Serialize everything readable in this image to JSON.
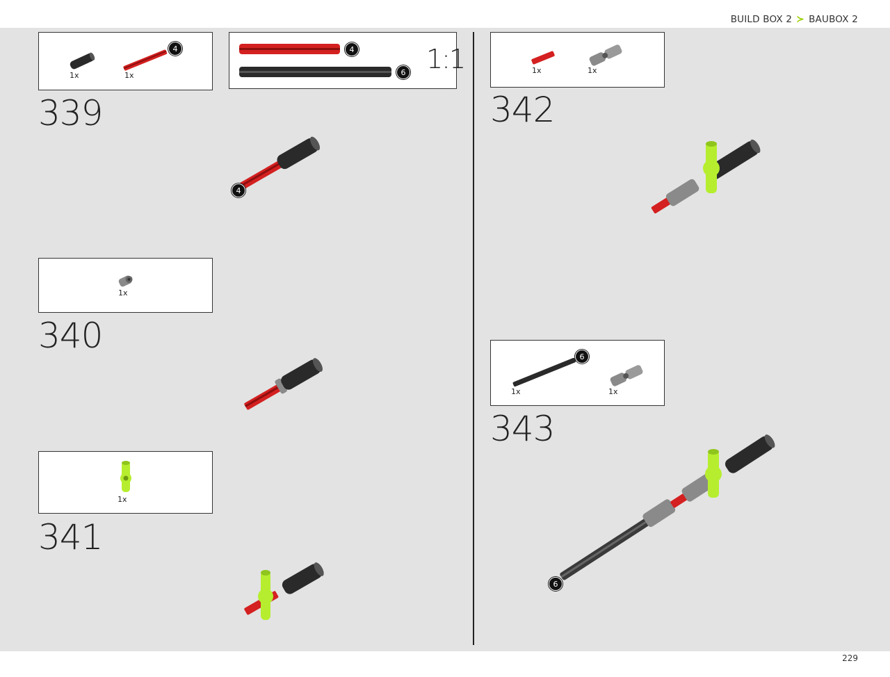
{
  "header": {
    "crumb_left": "BUILD BOX 2",
    "crumb_right": "BAUBOX 2",
    "accent": "#9ad000"
  },
  "footer": {
    "page_number": "229"
  },
  "scale_box": {
    "label": "1:1",
    "red_axle_badge": "4",
    "black_axle_badge": "6"
  },
  "steps": [
    {
      "number": "339",
      "parts": [
        {
          "qty": "1x",
          "icon": "black-axle-connector-icon"
        },
        {
          "qty": "1x",
          "icon": "red-axle-4-icon",
          "badge": "4"
        }
      ],
      "model_badge": "4"
    },
    {
      "number": "340",
      "parts": [
        {
          "qty": "1x",
          "icon": "gray-bush-icon"
        }
      ]
    },
    {
      "number": "341",
      "parts": [
        {
          "qty": "1x",
          "icon": "lime-connector-icon"
        }
      ]
    },
    {
      "number": "342",
      "parts": [
        {
          "qty": "1x",
          "icon": "red-axle-short-icon"
        },
        {
          "qty": "1x",
          "icon": "gray-universal-joint-icon"
        }
      ]
    },
    {
      "number": "343",
      "parts": [
        {
          "qty": "1x",
          "icon": "black-axle-6-icon",
          "badge": "6"
        },
        {
          "qty": "1x",
          "icon": "gray-universal-joint-icon"
        }
      ],
      "model_badge": "6"
    }
  ],
  "colors": {
    "red": "#d42020",
    "black": "#2a2a2a",
    "gray": "#8a8a8a",
    "lime": "#b6ee2f",
    "background": "#e3e3e3"
  }
}
